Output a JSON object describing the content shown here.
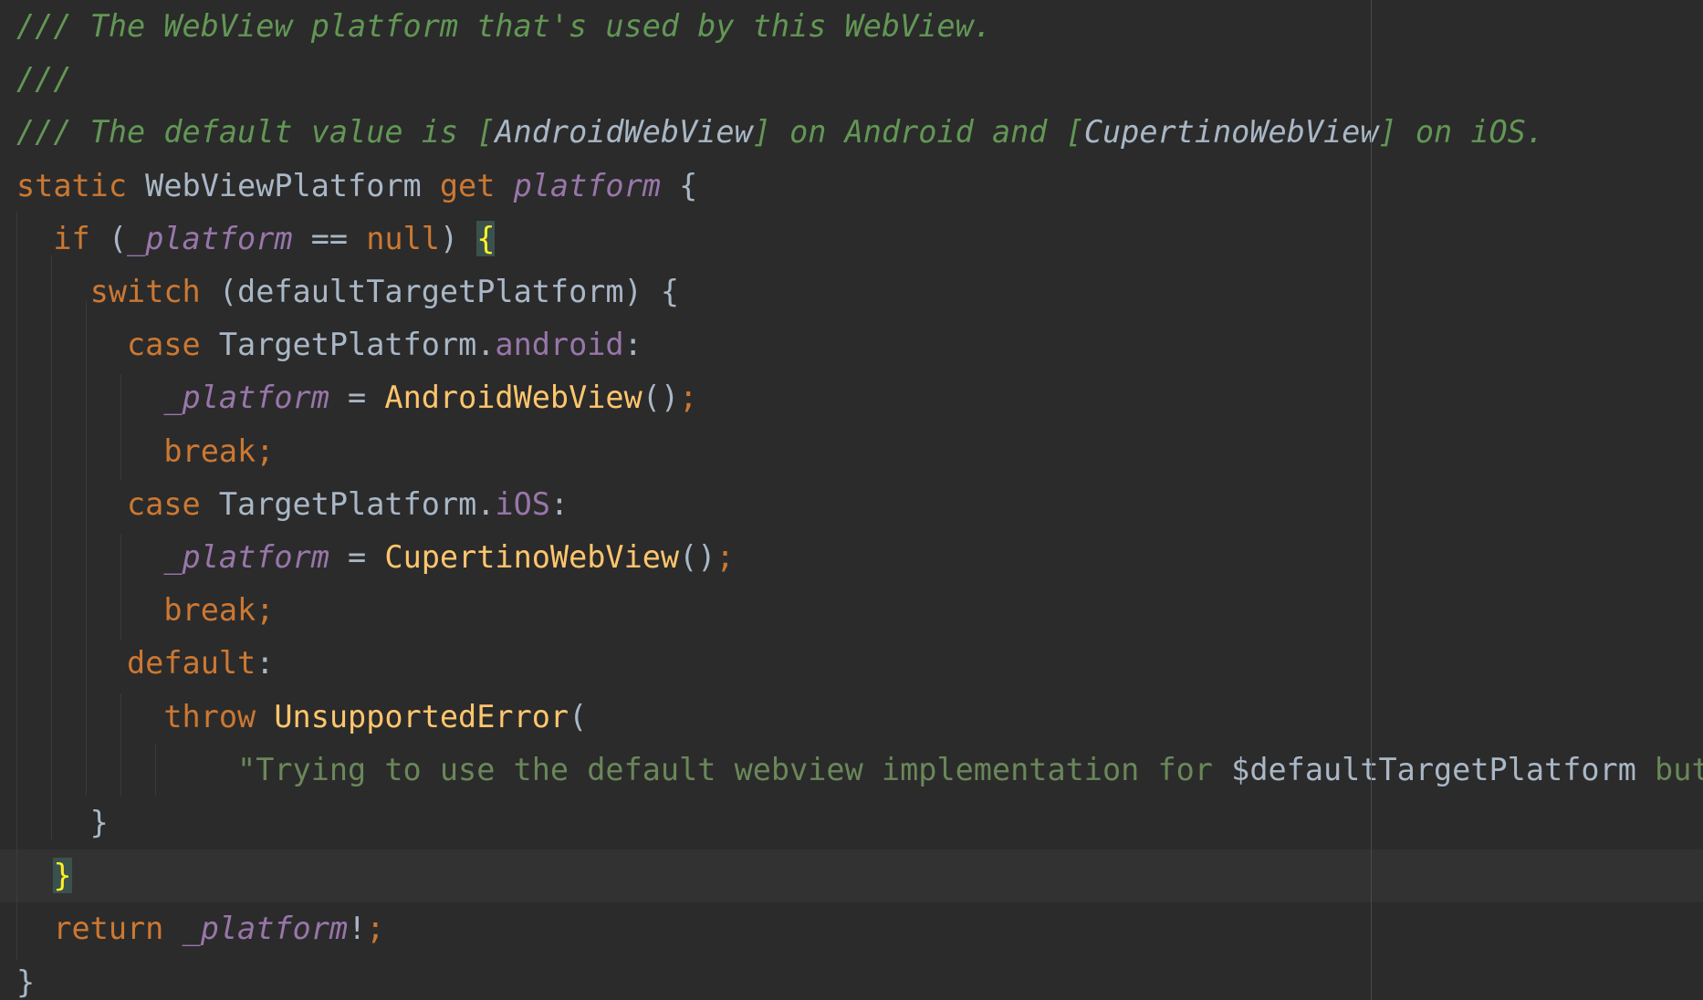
{
  "editor": {
    "language": "Dart",
    "colors": {
      "background": "#2b2b2b",
      "current_line": "#323232",
      "keyword": "#cc7832",
      "comment": "#629755",
      "field": "#9876aa",
      "function": "#ffc66d",
      "string": "#6a8759",
      "plain": "#a9b7c6",
      "matched_brace": "#ffef28"
    },
    "lines": [
      {
        "tokens": [
          {
            "type": "comment",
            "text": "/// The WebView platform that's used by this WebView."
          }
        ]
      },
      {
        "tokens": [
          {
            "type": "comment",
            "text": "///"
          }
        ]
      },
      {
        "tokens": [
          {
            "type": "comment",
            "text": "/// The default value is ["
          },
          {
            "type": "comment-ref",
            "text": "AndroidWebView"
          },
          {
            "type": "comment",
            "text": "] on Android and ["
          },
          {
            "type": "comment-ref",
            "text": "CupertinoWebView"
          },
          {
            "type": "comment",
            "text": "] on iOS."
          }
        ]
      },
      {
        "tokens": [
          {
            "type": "keyword",
            "text": "static"
          },
          {
            "type": "plain",
            "text": " WebViewPlatform "
          },
          {
            "type": "keyword",
            "text": "get"
          },
          {
            "type": "plain",
            "text": " "
          },
          {
            "type": "field",
            "text": "platform"
          },
          {
            "type": "plain",
            "text": " {"
          }
        ]
      },
      {
        "tokens": [
          {
            "type": "plain",
            "text": "  "
          },
          {
            "type": "keyword",
            "text": "if"
          },
          {
            "type": "plain",
            "text": " ("
          },
          {
            "type": "field",
            "text": "_platform"
          },
          {
            "type": "plain",
            "text": " == "
          },
          {
            "type": "keyword",
            "text": "null"
          },
          {
            "type": "plain",
            "text": ") "
          },
          {
            "type": "brace-hl",
            "text": "{"
          }
        ]
      },
      {
        "tokens": [
          {
            "type": "plain",
            "text": "    "
          },
          {
            "type": "keyword",
            "text": "switch"
          },
          {
            "type": "plain",
            "text": " (defaultTargetPlatform) {"
          }
        ]
      },
      {
        "tokens": [
          {
            "type": "plain",
            "text": "      "
          },
          {
            "type": "keyword",
            "text": "case"
          },
          {
            "type": "plain",
            "text": " TargetPlatform."
          },
          {
            "type": "property",
            "text": "android"
          },
          {
            "type": "plain",
            "text": ":"
          }
        ]
      },
      {
        "tokens": [
          {
            "type": "plain",
            "text": "        "
          },
          {
            "type": "field",
            "text": "_platform"
          },
          {
            "type": "plain",
            "text": " = "
          },
          {
            "type": "function",
            "text": "AndroidWebView"
          },
          {
            "type": "plain",
            "text": "()"
          },
          {
            "type": "keyword",
            "text": ";"
          }
        ]
      },
      {
        "tokens": [
          {
            "type": "plain",
            "text": "        "
          },
          {
            "type": "keyword",
            "text": "break;"
          }
        ]
      },
      {
        "tokens": [
          {
            "type": "plain",
            "text": "      "
          },
          {
            "type": "keyword",
            "text": "case"
          },
          {
            "type": "plain",
            "text": " TargetPlatform."
          },
          {
            "type": "property",
            "text": "iOS"
          },
          {
            "type": "plain",
            "text": ":"
          }
        ]
      },
      {
        "tokens": [
          {
            "type": "plain",
            "text": "        "
          },
          {
            "type": "field",
            "text": "_platform"
          },
          {
            "type": "plain",
            "text": " = "
          },
          {
            "type": "function",
            "text": "CupertinoWebView"
          },
          {
            "type": "plain",
            "text": "()"
          },
          {
            "type": "keyword",
            "text": ";"
          }
        ]
      },
      {
        "tokens": [
          {
            "type": "plain",
            "text": "        "
          },
          {
            "type": "keyword",
            "text": "break;"
          }
        ]
      },
      {
        "tokens": [
          {
            "type": "plain",
            "text": "      "
          },
          {
            "type": "keyword",
            "text": "default"
          },
          {
            "type": "plain",
            "text": ":"
          }
        ]
      },
      {
        "tokens": [
          {
            "type": "plain",
            "text": "        "
          },
          {
            "type": "keyword",
            "text": "throw"
          },
          {
            "type": "plain",
            "text": " "
          },
          {
            "type": "function",
            "text": "UnsupportedError"
          },
          {
            "type": "plain",
            "text": "("
          }
        ]
      },
      {
        "tokens": [
          {
            "type": "plain",
            "text": "            "
          },
          {
            "type": "string",
            "text": "\"Trying to use the default webview implementation for "
          },
          {
            "type": "plain",
            "text": "$defaultTargetPlatform"
          },
          {
            "type": "string",
            "text": " but there"
          }
        ]
      },
      {
        "tokens": [
          {
            "type": "plain",
            "text": "    }"
          }
        ]
      },
      {
        "current": true,
        "tokens": [
          {
            "type": "plain",
            "text": "  "
          },
          {
            "type": "brace-hl",
            "text": "}"
          }
        ]
      },
      {
        "tokens": [
          {
            "type": "plain",
            "text": "  "
          },
          {
            "type": "keyword",
            "text": "return"
          },
          {
            "type": "plain",
            "text": " "
          },
          {
            "type": "field",
            "text": "_platform"
          },
          {
            "type": "plain",
            "text": "!"
          },
          {
            "type": "keyword",
            "text": ";"
          }
        ]
      },
      {
        "tokens": [
          {
            "type": "plain",
            "text": "}"
          }
        ]
      }
    ]
  }
}
